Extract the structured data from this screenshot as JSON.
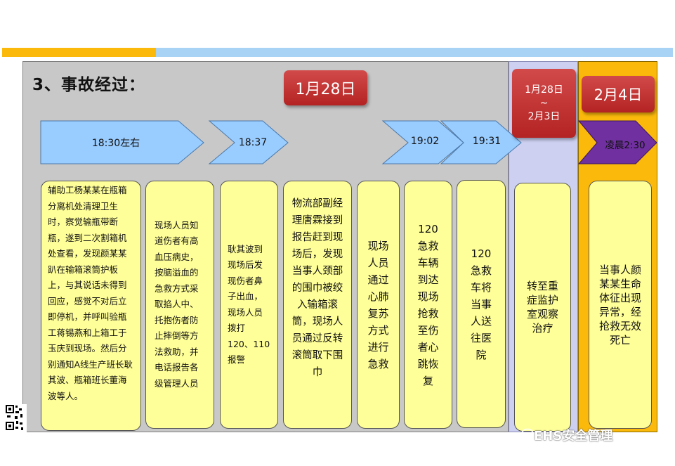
{
  "title": "3、事故经过：",
  "dates": {
    "d1": "1月28日",
    "d2_line1": "1月28日",
    "d2_line2": "~",
    "d2_line3": "2月3日",
    "d3": "2月4日"
  },
  "timeline": {
    "t1": "18:30左右",
    "t2": "18:37",
    "t3": "19:02",
    "t4": "19:31",
    "t5": "凌晨2:30"
  },
  "cards": {
    "c1": "辅助工杨某某在瓶箱分离机处清理卫生时，察觉输瓶带断瓶，遂到二次割箱机处查看，发现颜某某趴在输箱滚筒护板上，与其说话未得到回应，感觉不对后立即停机，并呼叫验瓶工蒋锡燕和上箱工于玉庆到现场。然后分别通知A线生产班长耿其波、瓶箱班长董海波等人。",
    "c2": "现场人员知道伤者有高血压病史，按脑溢血的急救方式采取掐人中、托抱伤者防止摔倒等方法救助，并电话报告各级管理人员",
    "c3": "耿其波到现场后发现伤者鼻子出血，现场人员拨打120、110报警",
    "c4": "物流部副经理唐霖接到报告赶到现场后，发现当事人颈部的围巾被绞入输箱滚筒，现场人员通过反转滚筒取下围巾",
    "c5": "现场人员通过心肺复苏方式进行急救",
    "c6": "120急救车辆到达现场抢救至伤者心跳恢复",
    "c7": "120急救车将当事人送往医院",
    "c8": "转至重症监护室观察治疗",
    "c9": "当事人颜某某生命体征出现异常，经抢救无效死亡"
  },
  "watermark": "EHS安全管理",
  "colors": {
    "accent_orange": "#FBBA0B",
    "accent_blue": "#A9D3F5",
    "arrow_blue": "#99CCFF",
    "arrow_purple": "#7030A0",
    "date_red": "#C0302F",
    "card_yellow": "#FFFF99"
  }
}
